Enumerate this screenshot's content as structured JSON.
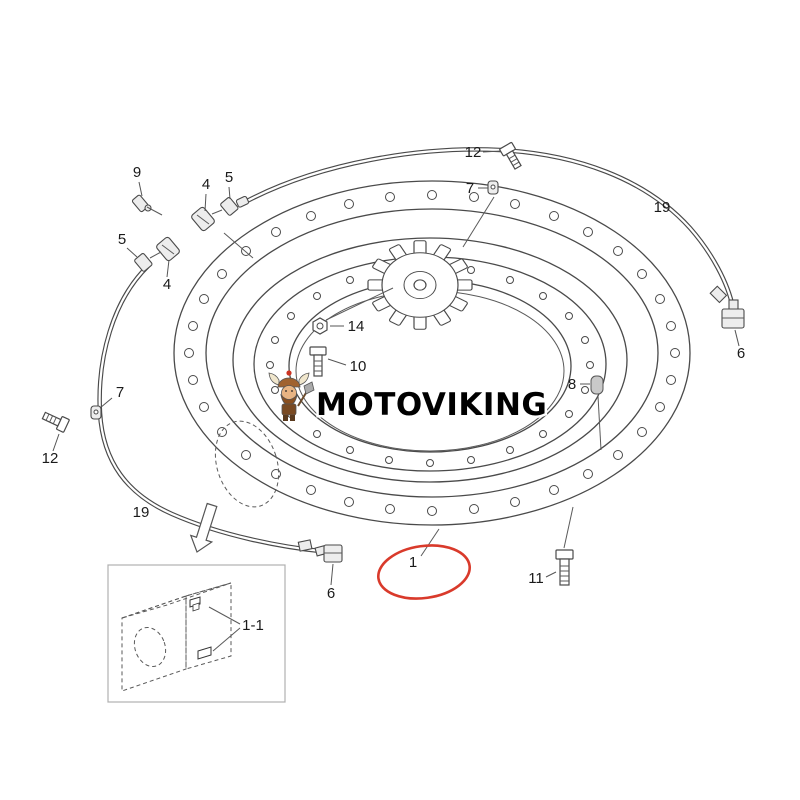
{
  "brand": {
    "name": "MOTOVIKING"
  },
  "colors": {
    "line": "#4a4a4a",
    "highlight": "#d93a2b"
  },
  "labels": {
    "item9": "9",
    "item4_top": "4",
    "item5_top": "5",
    "item5_left": "5",
    "item4_left": "4",
    "item12_top": "12",
    "item7_top": "7",
    "item19_right": "19",
    "item6_right": "6",
    "item7_left": "7",
    "item12_left": "12",
    "item19_left": "19",
    "item6_bottom": "6",
    "item14": "14",
    "item10": "10",
    "item8": "8",
    "item1": "1",
    "item11": "11",
    "item1_1": "1-1"
  }
}
